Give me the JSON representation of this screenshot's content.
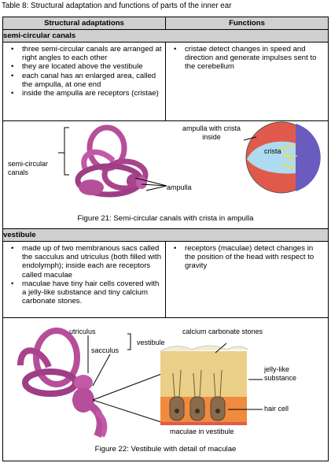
{
  "caption": "Table 8:  Structural adaptation and functions of parts of the inner ear",
  "header": {
    "col1": "Structural adaptations",
    "col2": "Functions"
  },
  "sections": [
    {
      "title": "semi-circular canals",
      "structures": [
        "three semi-circular canals are arranged at right angles to each other",
        "they are located above the vestibule",
        "each canal has an enlarged area, called the ampulla, at one end",
        "inside the ampulla are receptors (cristae)"
      ],
      "functions": [
        "cristae detect changes in speed and direction and generate impulses sent to the cerebellum"
      ],
      "figure": {
        "caption": "Figure 21: Semi-circular canals with crista in ampulla",
        "labels": {
          "canals": "semi-circular canals",
          "ampulla": "ampulla",
          "ampulla_crista": "ampulla with crista inside",
          "crista": "crista"
        }
      }
    },
    {
      "title": "vestibule",
      "structures": [
        "made up of two membranous sacs called the sacculus and utriculus (both filled with endolymph); inside each are receptors called maculae",
        "maculae have tiny hair cells covered with a jelly-like substance and tiny calcium carbonate stones."
      ],
      "functions": [
        "receptors (maculae) detect changes in the position of the head with respect to gravity"
      ],
      "figure": {
        "caption": "Figure 22: Vestibule with detail of maculae",
        "labels": {
          "utriculus": "utriculus",
          "sacculus": "sacculus",
          "vestibule": "vestibule",
          "stones": "calcium carbonate stones",
          "jelly": "jelly-like substance",
          "hair": "hair cell",
          "maculae": "maculae in vestibule"
        }
      }
    }
  ],
  "colors": {
    "header_bg": "#d0d0d0",
    "canal": "#b64f9a",
    "crista_bg": "#e05a4c",
    "jelly": "#e9cf87",
    "cell": "#8b6b4a"
  }
}
